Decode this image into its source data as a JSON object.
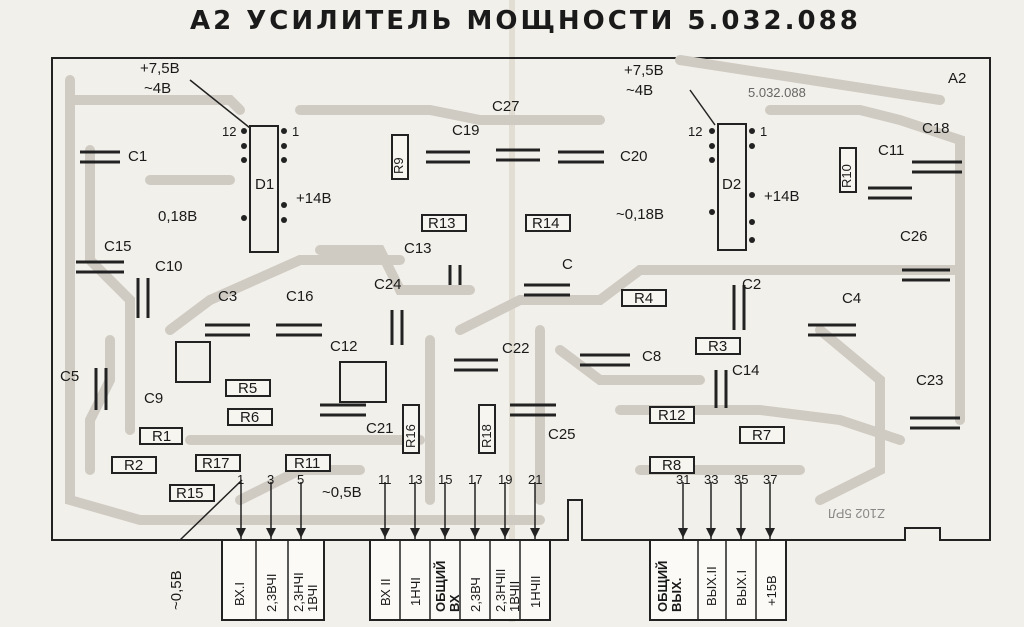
{
  "title": "A2   УСИЛИТЕЛЬ   МОЩНОСТИ   5.032.088",
  "board": {
    "id": "A2",
    "inner_code": "5.032.088",
    "stamp": "Z102 5РЛ"
  },
  "chips": [
    {
      "name": "D1",
      "pin_top_left": "12",
      "pin_top_right": "1",
      "supply": "+7,5В",
      "supply_alt": "~4В",
      "pin_in": "0,18В",
      "pin_out": "+14В"
    },
    {
      "name": "D2",
      "pin_top_left": "12",
      "pin_top_right": "1",
      "supply": "+7,5В",
      "supply_alt": "~4В",
      "pin_in": "~0,18В",
      "pin_out": "+14В"
    }
  ],
  "resistors": [
    "R1",
    "R2",
    "R3",
    "R4",
    "R5",
    "R6",
    "R7",
    "R8",
    "R9",
    "R10",
    "R11",
    "R12",
    "R13",
    "R14",
    "R15",
    "R16",
    "R17",
    "R18"
  ],
  "capacitors": [
    "C1",
    "C2",
    "C3",
    "C4",
    "C5",
    "C8",
    "C9",
    "C10",
    "C11",
    "C12",
    "C13",
    "C14",
    "C15",
    "C16",
    "C18",
    "C19",
    "C20",
    "C21",
    "C22",
    "C23",
    "C24",
    "C25",
    "C26",
    "C27",
    "C"
  ],
  "voltages": {
    "v1": "~0,5В",
    "v2": "~0,5В"
  },
  "pins": [
    "1",
    "3",
    "5",
    "11",
    "13",
    "15",
    "17",
    "19",
    "21",
    "31",
    "33",
    "35",
    "37"
  ],
  "connector_labels": [
    "ВХ.I",
    "2,3ВЧI",
    "2,3НЧI 1ВЧI",
    "ВХ II",
    "1НЧI",
    "ОБЩИЙ ВХ",
    "2,3ВЧ",
    "2,3НЧII 1ВЧII",
    "1НЧII",
    "ОБЩИЙ ВЫХ.",
    "ВЫХ.II",
    "ВЫХ.I",
    "+15В"
  ]
}
